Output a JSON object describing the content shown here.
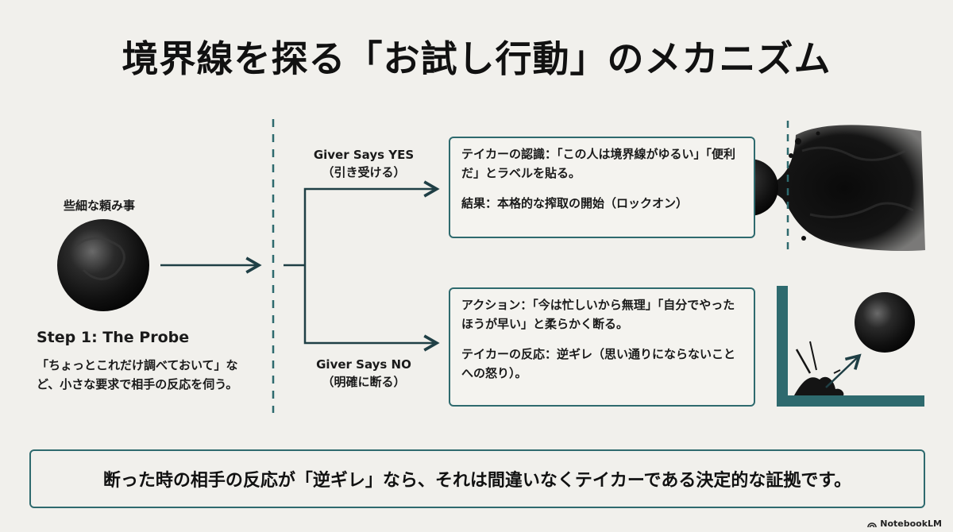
{
  "title": "境界線を探る「お試し行動」のメカニズム",
  "probe": {
    "label": "些細な頼み事",
    "step_title": "Step 1: The Probe",
    "description": "「ちょっとこれだけ調べておいて」など、小さな要求で相手の反応を伺う。"
  },
  "branches": {
    "yes": {
      "label": "Giver Says YES",
      "sublabel": "（引き受ける）",
      "line1": "テイカーの認識：「この人は境界線がゆるい」「便利だ」とラベルを貼る。",
      "line2": "結果：本格的な搾取の開始（ロックオン）"
    },
    "no": {
      "label": "Giver Says NO",
      "sublabel": "（明確に断る）",
      "line1": "アクション：「今は忙しいから無理」「自分でやったほうが早い」と柔らかく断る。",
      "line2": "テイカーの反応：逆ギレ（思い通りにならないことへの怒り）。"
    }
  },
  "footer": "断った時の相手の反応が「逆ギレ」なら、それは間違いなくテイカーである決定的な証拠です。",
  "brand": "NotebookLM",
  "colors": {
    "accent": "#2e6a6e",
    "ink": "#111111",
    "background": "#f1f0ec"
  }
}
